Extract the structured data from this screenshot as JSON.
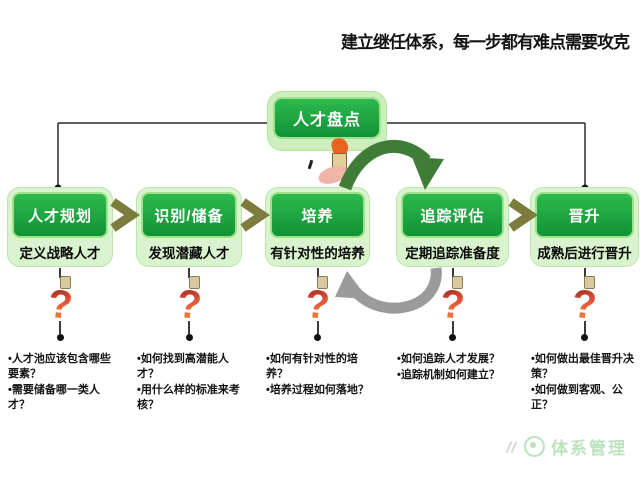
{
  "title": "建立继任体系，每一步都有难点需要攻克",
  "top_node": {
    "label": "人才盘点"
  },
  "steps": [
    {
      "label": "人才规划",
      "subtitle": "定义战略人才",
      "bullets": [
        "•人才池应该包含哪些要素？",
        "•需要储备哪一类人才？"
      ]
    },
    {
      "label": "识别/储备",
      "subtitle": "发现潜藏人才",
      "bullets": [
        "•如何找到高潜能人才？",
        "•用什么样的标准来考核？"
      ]
    },
    {
      "label": "培养",
      "subtitle": "有针对性的培养",
      "bullets": [
        "•如何有针对性的培养？",
        "•培养过程如何落地？"
      ]
    },
    {
      "label": "追踪评估",
      "subtitle": "定期追踪准备度",
      "bullets": [
        "•如何追踪人才发展？",
        "•追踪机制如何建立？"
      ]
    },
    {
      "label": "晋升",
      "subtitle": "成熟后进行晋升",
      "bullets": [
        "•如何做出最佳晋升决策？",
        "•如何做到客观、公正？"
      ]
    }
  ],
  "watermark": {
    "label": "体系管理"
  },
  "icons": {
    "chevron": "chevron-right-icon",
    "question": "question-mark-icon",
    "loop_forward": "curved-arrow-forward-icon",
    "loop_back": "curved-arrow-back-icon"
  },
  "colors": {
    "box_green": "#1ca13d",
    "box_green_light": "#d9f3cf",
    "chevron_olive": "#7c7c3e",
    "arrow_dark_green": "#3c7c36",
    "arrow_gray": "#9b9b9b",
    "question_red": "#d9402e",
    "watermark_green": "#57b85c",
    "connector_black": "#2b2b2b"
  }
}
